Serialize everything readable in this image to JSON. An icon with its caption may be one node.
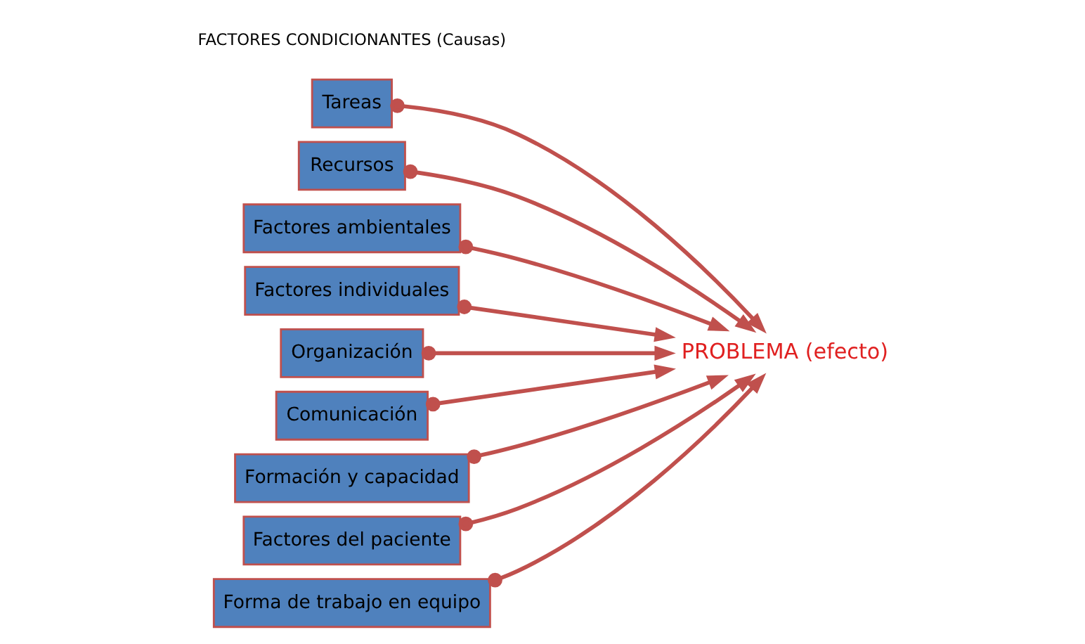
{
  "diagram": {
    "nodes": [
      {
        "text": [
          "Tareas"
        ]
      },
      {
        "text": [
          "Recursos"
        ]
      },
      {
        "text": [
          "Factores ambientales"
        ]
      },
      {
        "text": [
          "Factores individuales"
        ]
      },
      {
        "text": [
          "Organización"
        ]
      },
      {
        "text": [
          "PROBLEMA (efecto)"
        ]
      },
      {
        "text": [
          "Comunicación"
        ]
      },
      {
        "text": [
          "Formación y capacidad"
        ]
      },
      {
        "text": [
          "Factores del paciente"
        ]
      },
      {
        "text": [
          "Forma de trabajo en equipo"
        ]
      }
    ],
    "edges": [
      {
        "from": 0,
        "to": 5,
        "arrow": "to"
      },
      {
        "from": 1,
        "to": 5,
        "arrow": "to"
      },
      {
        "from": 2,
        "to": 5,
        "arrow": "to"
      },
      {
        "from": 3,
        "to": 5,
        "arrow": "to"
      },
      {
        "from": 4,
        "to": 5,
        "arrow": "to"
      },
      {
        "from": 6,
        "to": 5,
        "arrow": "to"
      },
      {
        "from": 7,
        "to": 5,
        "arrow": "to"
      },
      {
        "from": 8,
        "to": 5,
        "arrow": "to"
      },
      {
        "from": 9,
        "to": 5,
        "arrow": "to"
      }
    ],
    "labels": [
      "FACTORES CONDICIONANTES (Causas)"
    ]
  }
}
